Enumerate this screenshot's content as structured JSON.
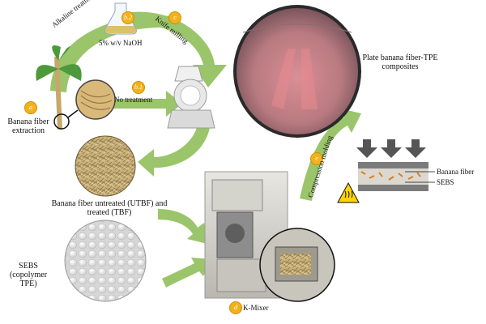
{
  "steps": {
    "a": {
      "badge": "a",
      "label": "Banana fiber extraction"
    },
    "b1": {
      "badge": "b.1",
      "label": "No treatment"
    },
    "b2": {
      "badge": "b.2",
      "label": "Alkaline treatment",
      "reagent": "5% w/v NaOH"
    },
    "c": {
      "badge": "c",
      "label": "Knife milling"
    },
    "d": {
      "badge": "d",
      "label": "K-Mixer"
    },
    "e": {
      "badge": "e",
      "label": "Compression molding"
    }
  },
  "materials": {
    "fiber": "Banana fiber untreated (UTBF) and treated (TBF)",
    "seb": "SEBS (copolymer TPE)",
    "plate": "Plate banana fiber-TPE composites"
  },
  "mold_legend": {
    "fiber": "Banana fiber",
    "seb": "SEBS"
  },
  "colors": {
    "arrow": "#9ac56a",
    "badge": "#f2b21b"
  }
}
